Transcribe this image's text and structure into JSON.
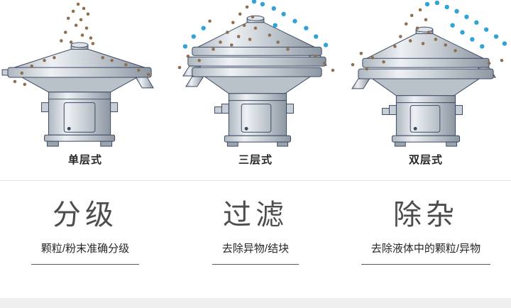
{
  "colors": {
    "particle_brown": "#8f6f4e",
    "particle_blue": "#2fa3d9",
    "machine_outline": "#3d4a63",
    "machine_metal_light": "#eef1f4",
    "machine_metal_dark": "#8d97a2",
    "divider": "#e4e4e4",
    "title_text": "#4d4d4d",
    "label_text": "#262626",
    "underline": "#5a5a5a"
  },
  "columns": [
    {
      "machine_label": "单层式",
      "title": "分级",
      "subtitle": "颗粒/粉末准确分级",
      "layers": 1,
      "particles": "brown"
    },
    {
      "machine_label": "三层式",
      "title": "过滤",
      "subtitle": "去除异物/结块",
      "layers": 3,
      "particles": "brown+blue"
    },
    {
      "machine_label": "双层式",
      "title": "除杂",
      "subtitle": "去除液体中的颗粒/异物",
      "layers": 2,
      "particles": "brown+blue"
    }
  ]
}
